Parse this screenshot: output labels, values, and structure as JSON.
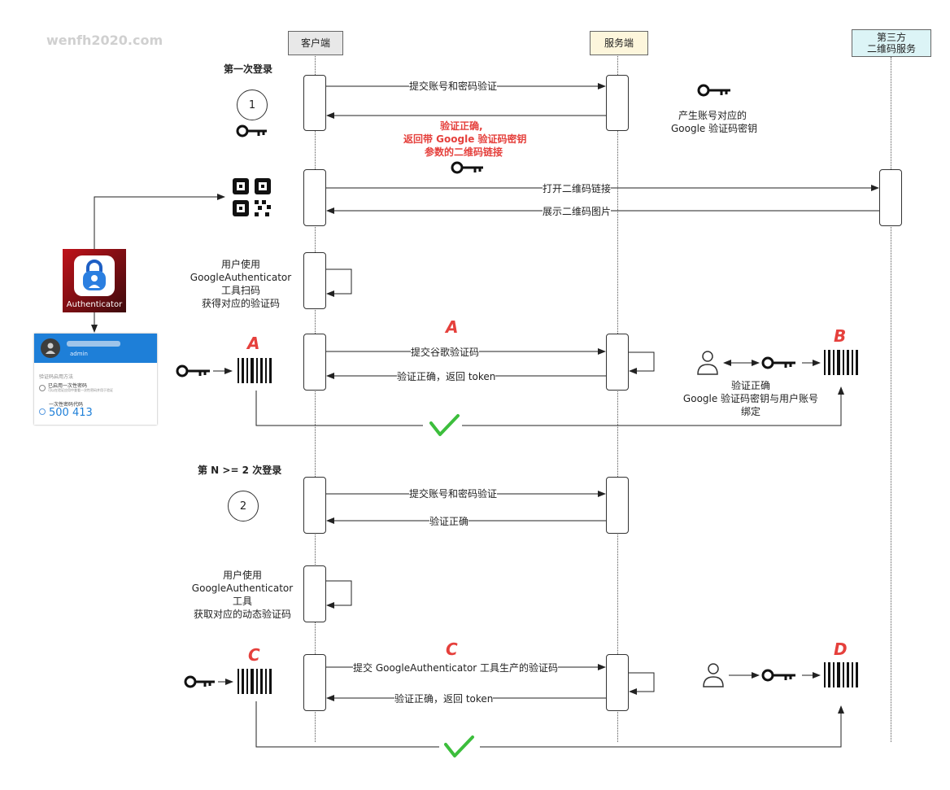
{
  "watermark": "wenfh2020.com",
  "lanes": {
    "client": "客户端",
    "server": "服务端",
    "third_party_1": "第三方",
    "third_party_2": "二维码服务"
  },
  "phase1": {
    "title": "第一次登录",
    "num": "1",
    "msg_submit": "提交账号和密码验证",
    "server_note_1": "产生账号对应的",
    "server_note_2": "Google 验证码密钥",
    "reply_1": "验证正确,",
    "reply_2": "返回带 Google 验证码密钥",
    "reply_3": "参数的二维码链接",
    "msg_open_qr": "打开二维码链接",
    "msg_show_qr": "展示二维码图片",
    "scan_1": "用户使用",
    "scan_2": "GoogleAuthenticator",
    "scan_3": "工具扫码",
    "scan_4": "获得对应的验证码",
    "letter_a": "A",
    "letter_a2": "A",
    "letter_b": "B",
    "msg_submit_code": "提交谷歌验证码",
    "msg_return_token": "验证正确，返回 token",
    "bind_1": "验证正确",
    "bind_2": "Google 验证码密钥与用户账号",
    "bind_3": "绑定"
  },
  "phase2": {
    "title": "第 N >= 2 次登录",
    "num": "2",
    "msg_submit": "提交账号和密码验证",
    "msg_ok": "验证正确",
    "dyn_1": "用户使用",
    "dyn_2": "GoogleAuthenticator",
    "dyn_3": "工具",
    "dyn_4": "获取对应的动态验证码",
    "letter_c": "C",
    "letter_c2": "C",
    "letter_d": "D",
    "msg_submit_code": "提交 GoogleAuthenticator 工具生产的验证码",
    "msg_return_token": "验证正确，返回 token"
  },
  "auth_app": {
    "label": "Authenticator",
    "account_sub": "admin",
    "section_title": "验证码启用方法",
    "item1_title": "已启用一次性密码",
    "item1_desc": "可以在验证应用中查看一次性密码并用于验证",
    "item2_title": "一次性密码代码",
    "code": "500 413"
  },
  "colors": {
    "check": "#3cbe3c",
    "accent_red": "#e5403c",
    "lane_client": "#e8e8e8",
    "lane_server": "#fdf6dc",
    "lane_third": "#dcf4f6",
    "app_blue": "#1e7fd8"
  }
}
